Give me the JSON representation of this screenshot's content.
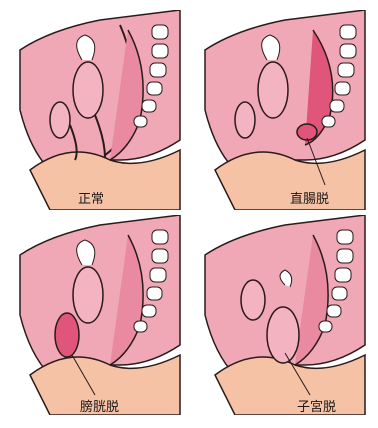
{
  "panels": [
    {
      "label": "正常"
    },
    {
      "label": "直腸脱"
    },
    {
      "label": "膀胱脱"
    },
    {
      "label": "子宮脱"
    }
  ],
  "colors": {
    "skin": "#f6c2a5",
    "abdomen": "#f0a8b6",
    "organ": "#e98aa0",
    "organ_light": "#f4b3c0",
    "highlight": "#e0557a",
    "vertebra": "#ffffff",
    "outline": "#2a1a1a"
  }
}
